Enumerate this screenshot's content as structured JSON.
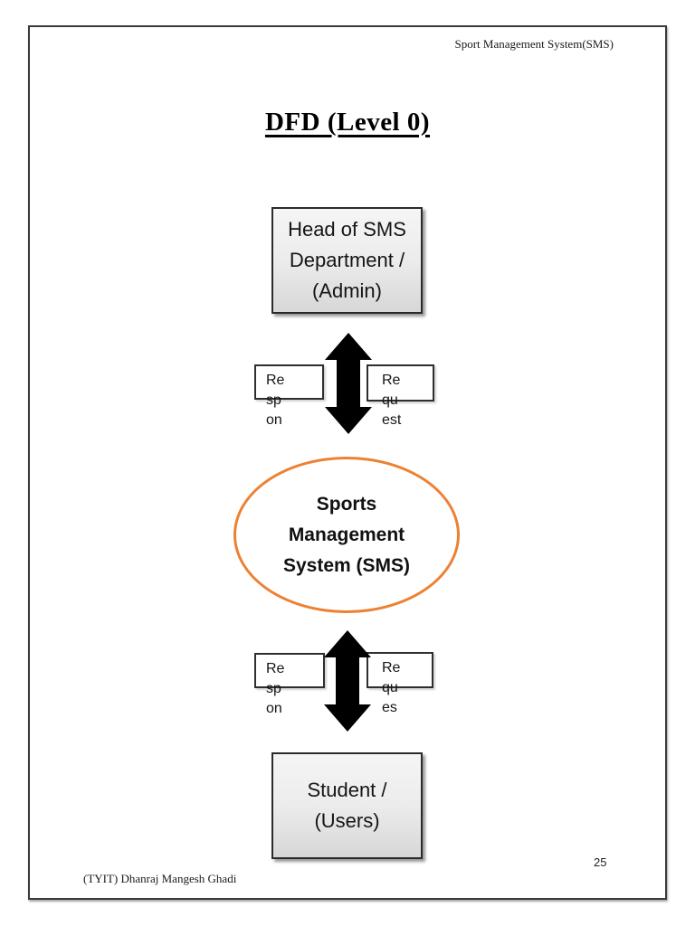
{
  "page": {
    "header_right": "Sport Management System(SMS)",
    "title": "DFD (Level 0)",
    "footer_left": "(TYIT) Dhanraj Mangesh Ghadi",
    "page_number": "25"
  },
  "diagram": {
    "admin_entity": {
      "lines": [
        "Head of SMS",
        "Department /",
        "(Admin)"
      ]
    },
    "process": {
      "lines": [
        "Sports",
        "Management",
        "System (SMS)"
      ],
      "border_color": "#ed8133",
      "fill_color": "#ffffff"
    },
    "student_entity": {
      "lines": [
        "Student /",
        "(Users)"
      ]
    },
    "flow_labels": {
      "top_left": {
        "lines": [
          "Re",
          "sp",
          "on"
        ]
      },
      "top_right": {
        "lines": [
          "Re",
          "qu",
          "est"
        ]
      },
      "bottom_left": {
        "lines": [
          "Re",
          "sp",
          "on"
        ]
      },
      "bottom_right": {
        "lines": [
          "Re",
          "qu",
          "es"
        ]
      }
    },
    "arrow_color": "#000000"
  }
}
